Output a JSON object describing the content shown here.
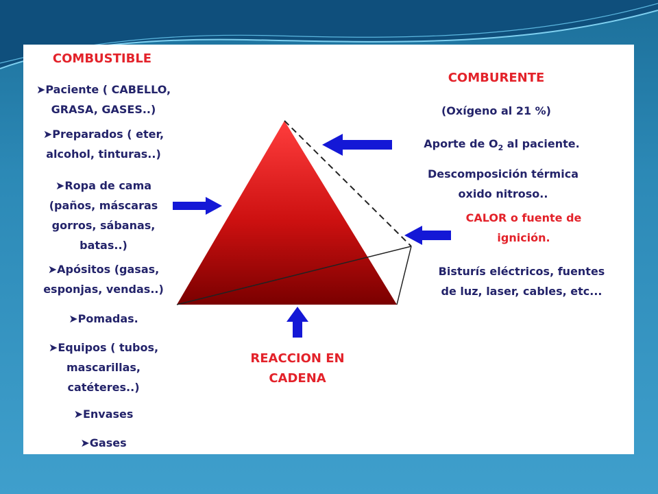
{
  "left": {
    "heading": "COMBUSTIBLE",
    "items": [
      [
        "Paciente ( CABELLO,",
        "GRASA, GASES..)"
      ],
      [
        "Preparados ( eter,",
        "alcohol, tinturas..)"
      ],
      [
        "Ropa de cama",
        "(paños, máscaras",
        "gorros, sábanas,",
        "batas..)"
      ],
      [
        "Apósitos (gasas,",
        "esponjas, vendas..)"
      ],
      [
        "Pomadas."
      ],
      [
        "Equipos ( tubos,",
        "mascarillas,",
        "catéteres..)"
      ],
      [
        "Envases"
      ],
      [
        "Gases"
      ]
    ]
  },
  "right": {
    "heading": "COMBURENTE",
    "oxygen": "(Oxígeno al 21 %)",
    "aporte_pre": "Aporte de O",
    "aporte_sub": "2",
    "aporte_post": " al paciente.",
    "descomp_1": "Descomposición térmica",
    "descomp_2": "oxido nitroso..",
    "heat_1": "CALOR o fuente de",
    "heat_2": "ignición.",
    "sources_1": "Bisturís eléctricos, fuentes",
    "sources_2": "de luz, laser, cables, etc..."
  },
  "bottom": {
    "line1": "REACCION EN",
    "line2": "CADENA"
  },
  "colors": {
    "text_blue": "#23236a",
    "text_red": "#e3222a",
    "arrow_blue": "#1418d6",
    "pyramid_red": "#cc1010"
  }
}
